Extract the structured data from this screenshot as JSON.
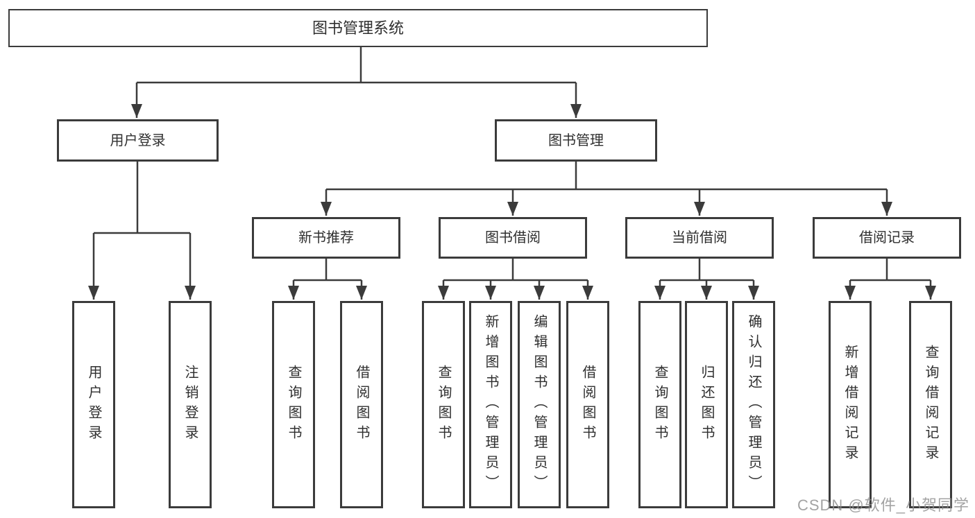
{
  "diagram": {
    "colors": {
      "line": "#3b3b3b",
      "text": "#2f2f2f",
      "box_fill": "#ffffff",
      "watermark": "#8d8d8d",
      "background": "#ffffff"
    },
    "nodes": {
      "root": {
        "label": "图书管理系统"
      },
      "user_login": {
        "label": "用户登录"
      },
      "book_mgmt": {
        "label": "图书管理"
      },
      "login": {
        "label": "用户登录"
      },
      "logout": {
        "label": "注销登录"
      },
      "new_book_rec": {
        "label": "新书推荐"
      },
      "book_borrow": {
        "label": "图书借阅"
      },
      "current_borrow": {
        "label": "当前借阅"
      },
      "borrow_records": {
        "label": "借阅记录"
      },
      "nb_query": {
        "label": "查询图书"
      },
      "nb_borrow": {
        "label": "借阅图书"
      },
      "bb_query": {
        "label": "查询图书"
      },
      "bb_add": {
        "label": "新增图书（管理员）"
      },
      "bb_edit": {
        "label": "编辑图书（管理员）"
      },
      "bb_borrow": {
        "label": "借阅图书"
      },
      "cb_query": {
        "label": "查询图书"
      },
      "cb_return": {
        "label": "归还图书"
      },
      "cb_confirm": {
        "label": "确认归还（管理员）"
      },
      "br_add": {
        "label": "新增借阅记录"
      },
      "br_query": {
        "label": "查询借阅记录"
      }
    },
    "watermark": "CSDN @软件_小贺同学"
  }
}
